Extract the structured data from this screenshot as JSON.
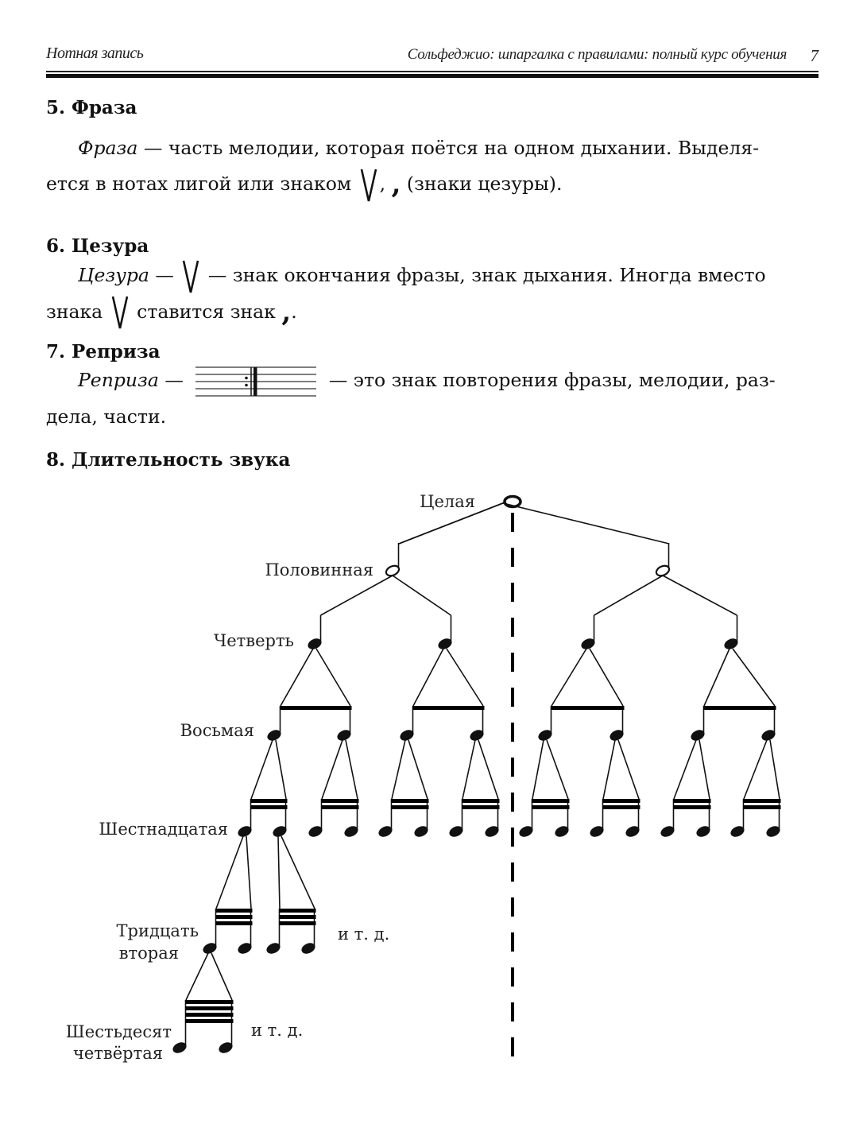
{
  "header": {
    "section_title": "Нотная запись",
    "book_title": "Сольфеджио: шпаргалка с правилами: полный курс обучения",
    "page_number": "7"
  },
  "sections": [
    {
      "heading": "5. Фраза",
      "term": "Фраза",
      "text_1": " — часть мелодии, которая поётся на одном дыхании. Выделя-",
      "text_2": "ется в нотах лигой или знаком",
      "text_3": ",",
      "text_4": "(знаки цезуры)."
    },
    {
      "heading": "6. Цезура",
      "term": "Цезура",
      "text_1": " —",
      "text_2": "— знак окончания фразы, знак дыхания. Иногда вместо",
      "text_3": "знака",
      "text_4": "ставится знак",
      "text_5": "."
    },
    {
      "heading": "7. Реприза",
      "term": "Реприза",
      "text_1": " —",
      "text_2": "— это знак повторения фразы, мелодии, раз-",
      "text_3": "дела, части."
    },
    {
      "heading": "8. Длительность звука"
    }
  ],
  "icons": {
    "caesura_v": "caesura-v-icon",
    "breath_comma": "breath-comma-icon",
    "repeat_sign": "repeat-sign-icon"
  },
  "diagram": {
    "title": "Длительность звука",
    "levels": [
      {
        "label": "Целая",
        "note": "whole",
        "count_shown": 1
      },
      {
        "label": "Половинная",
        "note": "half",
        "count_shown": 2
      },
      {
        "label": "Четверть",
        "note": "quarter",
        "count_shown": 4
      },
      {
        "label": "Восьмая",
        "note": "eighth",
        "count_shown": 8,
        "beams": 1
      },
      {
        "label": "Шестнадцатая",
        "note": "sixteenth",
        "count_shown": 16,
        "beams": 2
      },
      {
        "label": "Тридцать вторая",
        "label_lines": [
          "Тридцать",
          "вторая"
        ],
        "note": "thirty-second",
        "count_shown": 4,
        "beams": 3,
        "suffix": "и т. д."
      },
      {
        "label": "Шестьдесят четвёртая",
        "label_lines": [
          "Шестьдесят",
          "четвёртая"
        ],
        "note": "sixty-fourth",
        "count_shown": 2,
        "beams": 4,
        "suffix": "и т. д."
      }
    ],
    "divider": "dashed-center-line"
  }
}
